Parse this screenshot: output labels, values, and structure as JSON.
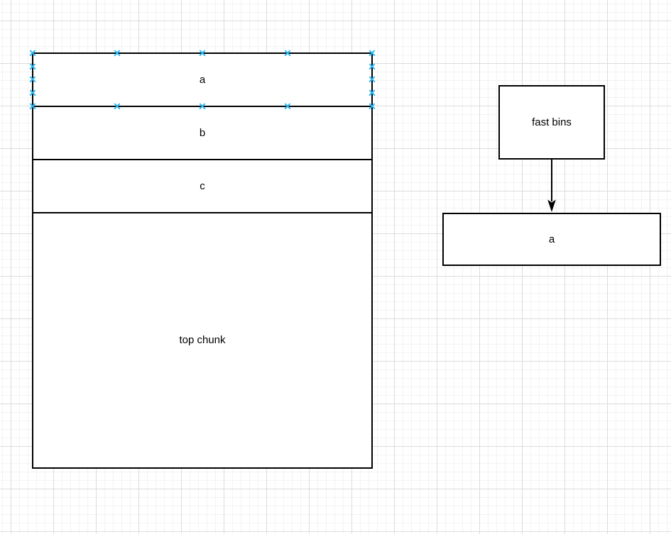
{
  "colors": {
    "canvas_bg": "#ffffff",
    "grid_minor": "#f3f3f3",
    "grid_major": "#dcdcdc",
    "shape_fill": "#ffffff",
    "shape_border": "#000000",
    "shape_text": "#000000",
    "connection_point": "#29b6f2"
  },
  "heap_stack": {
    "rows": [
      {
        "label": "a",
        "connection_points_visible": true
      },
      {
        "label": "b",
        "connection_points_visible": false
      },
      {
        "label": "c",
        "connection_points_visible": false
      },
      {
        "label": "top chunk",
        "connection_points_visible": false
      }
    ]
  },
  "fast_bins": {
    "box_label": "fast bins",
    "entry_label": "a"
  }
}
